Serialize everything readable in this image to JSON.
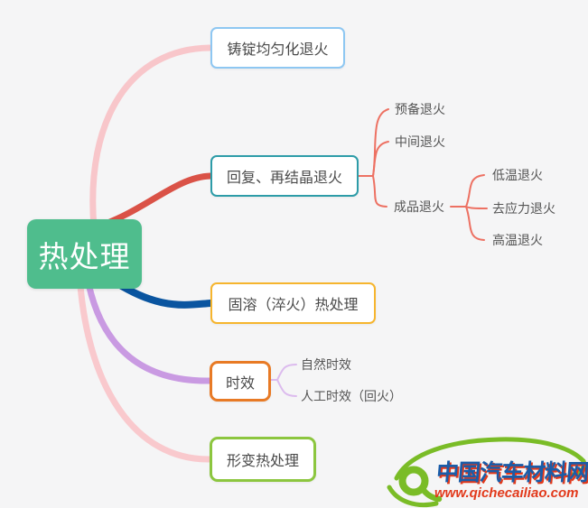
{
  "mindmap": {
    "root": {
      "label": "热处理"
    },
    "branches": [
      {
        "label": "铸锭均匀化退火",
        "border_color": "#8ec7f2",
        "line_color": "#f8c6ca",
        "children": []
      },
      {
        "label": "回复、再结晶退火",
        "border_color": "#2d9ca8",
        "line_color": "#da5247",
        "sub_line_color": "#ed7163",
        "children": [
          {
            "label": "预备退火",
            "children": []
          },
          {
            "label": "中间退火",
            "children": []
          },
          {
            "label": "成品退火",
            "children": [
              {
                "label": "低温退火"
              },
              {
                "label": "去应力退火"
              },
              {
                "label": "高温退火"
              }
            ]
          }
        ]
      },
      {
        "label": "固溶（淬火）热处理",
        "border_color": "#f6b52e",
        "line_color": "#0a55a0",
        "children": []
      },
      {
        "label": "时效",
        "border_color": "#e87a25",
        "line_color": "#c99ae2",
        "sub_line_color": "#dcbbee",
        "children": [
          {
            "label": "自然时效"
          },
          {
            "label": "人工时效（回火）"
          }
        ]
      },
      {
        "label": "形变热处理",
        "border_color": "#8cc63f",
        "line_color": "#f9c9cd",
        "children": []
      }
    ]
  },
  "watermark": {
    "title": "中国汽车材料网",
    "url": "www.qichecailiao.com"
  },
  "colors": {
    "background": "#f5f5f6",
    "root_fill": "#4fbd8d",
    "root_text": "#ffffff",
    "node_text": "#4a4a4a",
    "logo_green": "#7abc27",
    "logo_blue": "#1a5ca8",
    "logo_red": "#e2391b"
  }
}
